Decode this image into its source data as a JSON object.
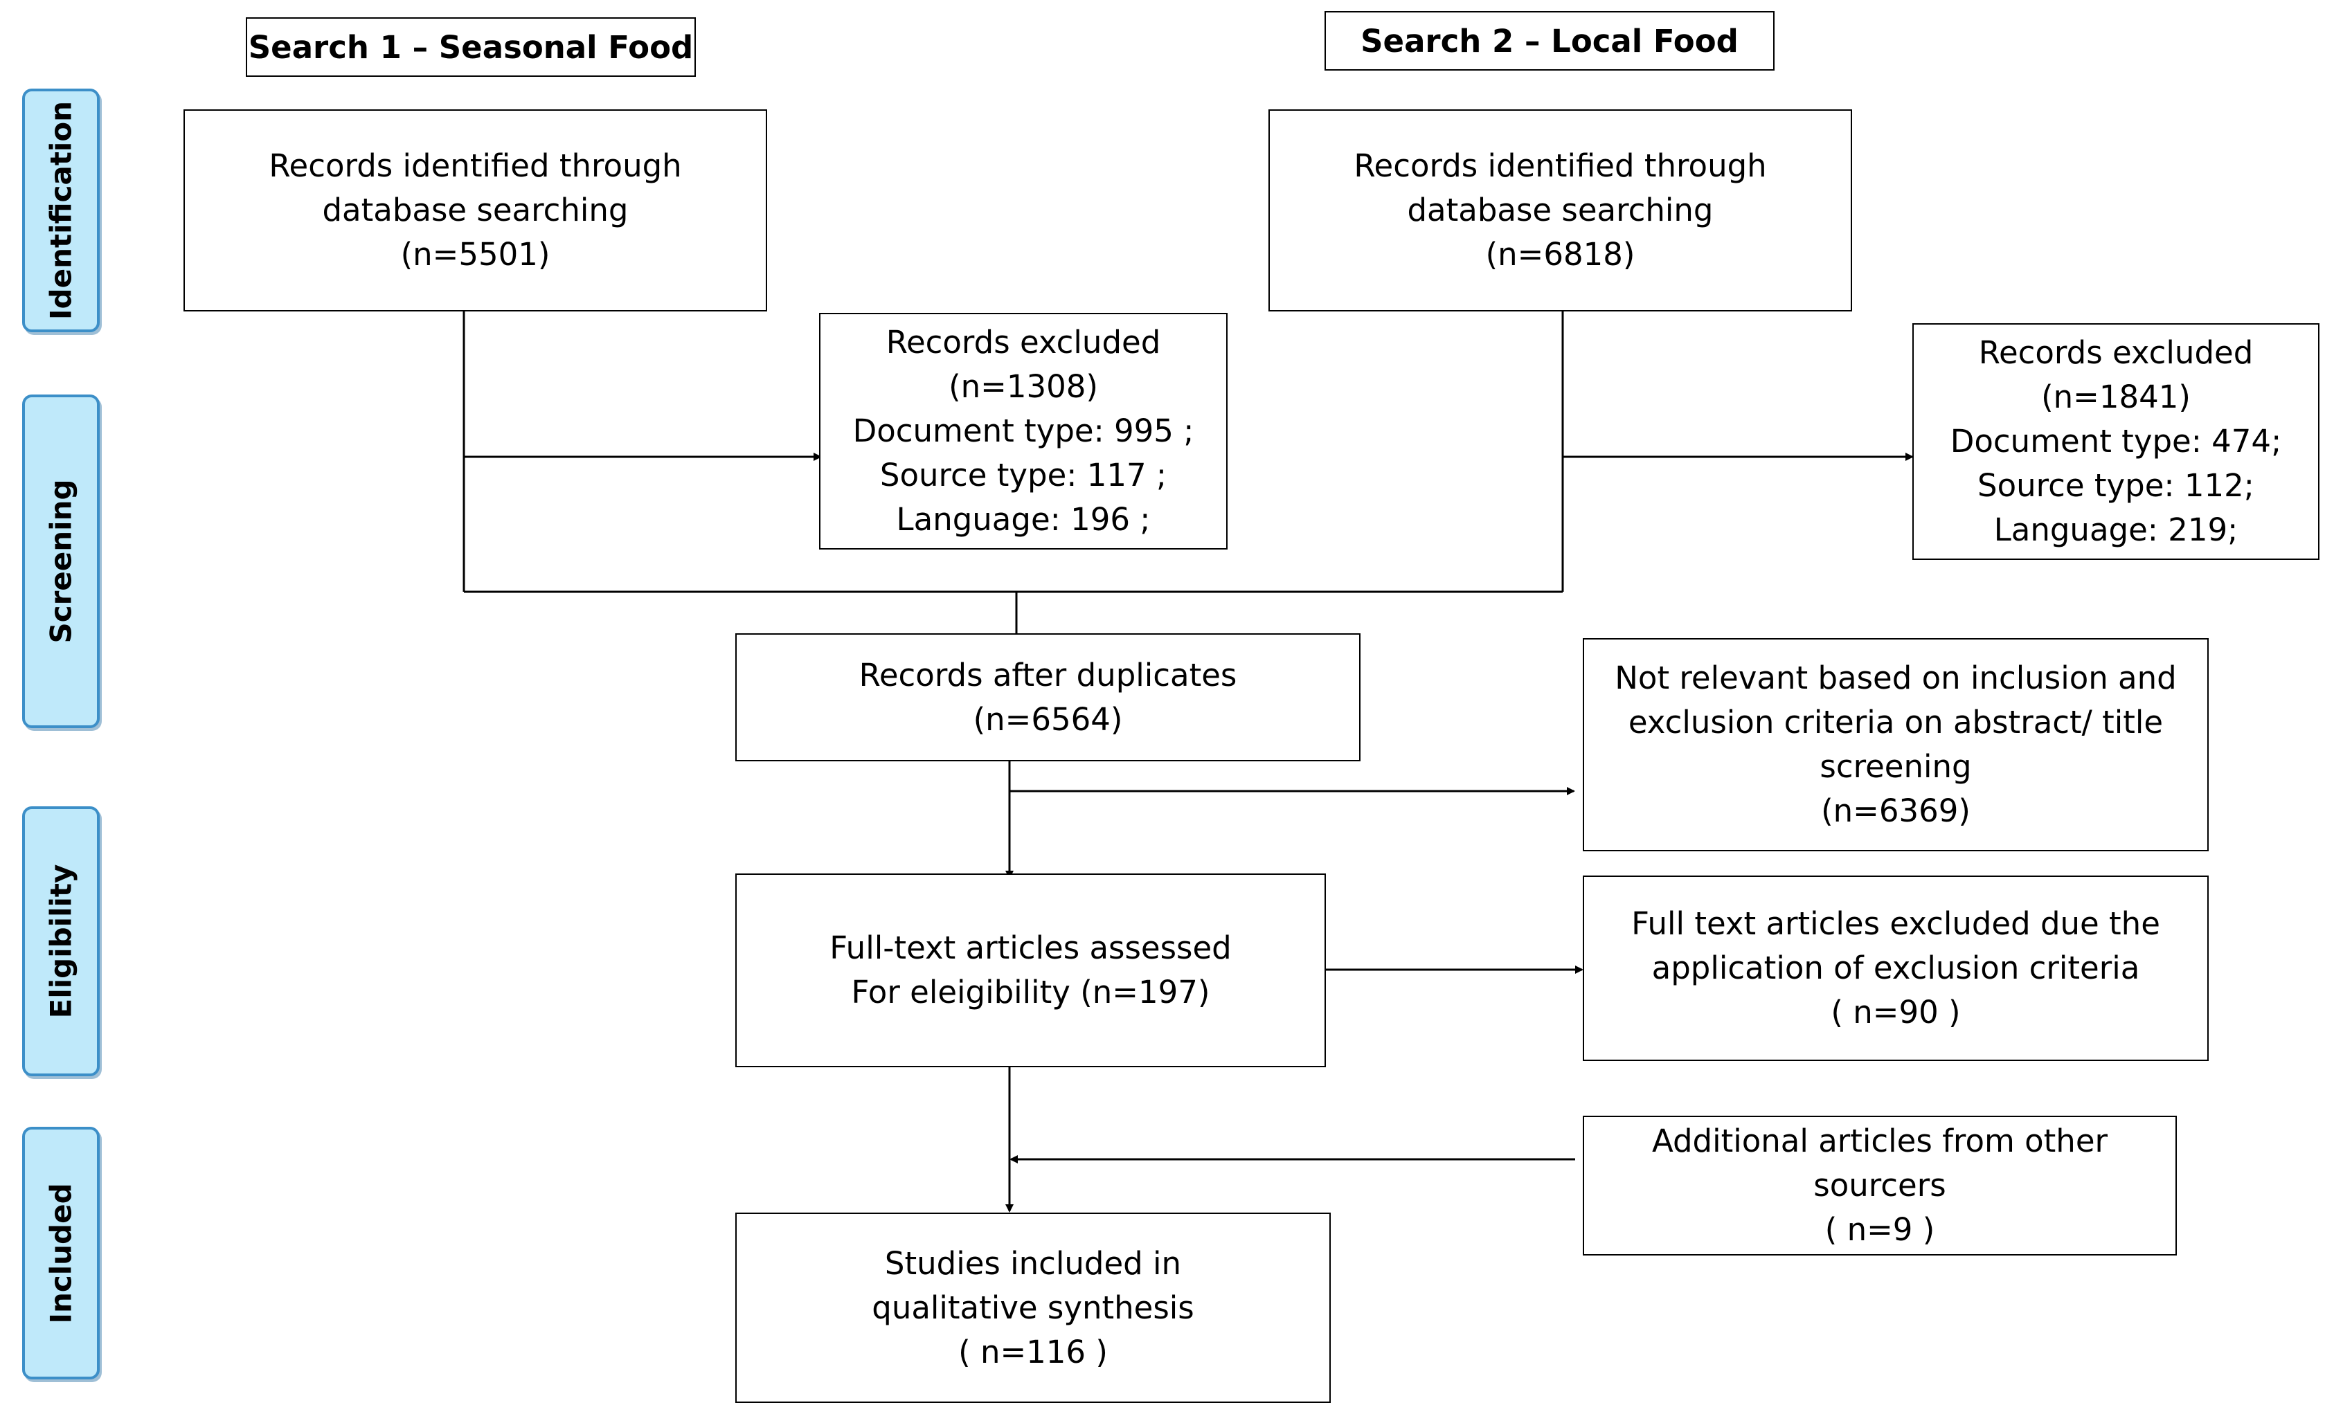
{
  "stages": {
    "identification": "Identification",
    "screening": "Screening",
    "eligibility": "Eligibility",
    "included": "Included"
  },
  "headers": {
    "search1": "Search 1 – Seasonal Food",
    "search2": "Search 2 – Local Food"
  },
  "boxes": {
    "identified_1": [
      "Records identified through",
      "database searching",
      "(n=5501)"
    ],
    "identified_2": [
      "Records identified through",
      "database searching",
      "(n=6818)"
    ],
    "excluded_1": [
      "Records excluded",
      "(n=1308)",
      "Document type: 995 ;",
      "Source type: 117 ;",
      "Language: 196 ;"
    ],
    "excluded_2": [
      "Records excluded",
      "(n=1841)",
      "Document type: 474;",
      "Source type: 112;",
      "Language: 219;"
    ],
    "after_duplicates": [
      "Records after duplicates",
      "(n=6564)"
    ],
    "not_relevant": [
      "Not relevant based on inclusion and",
      "exclusion criteria on abstract/ title",
      "screening",
      "(n=6369)"
    ],
    "full_text_assessed": [
      "Full-text articles assessed",
      "For eleigibility (n=197)"
    ],
    "full_text_excluded": [
      "Full text articles excluded due the",
      "application of exclusion criteria",
      "( n=90 )"
    ],
    "additional": [
      "Additional articles from other",
      "sourcers",
      "( n=9 )"
    ],
    "included": [
      "Studies included in",
      "qualitative synthesis",
      "( n=116 )"
    ]
  }
}
